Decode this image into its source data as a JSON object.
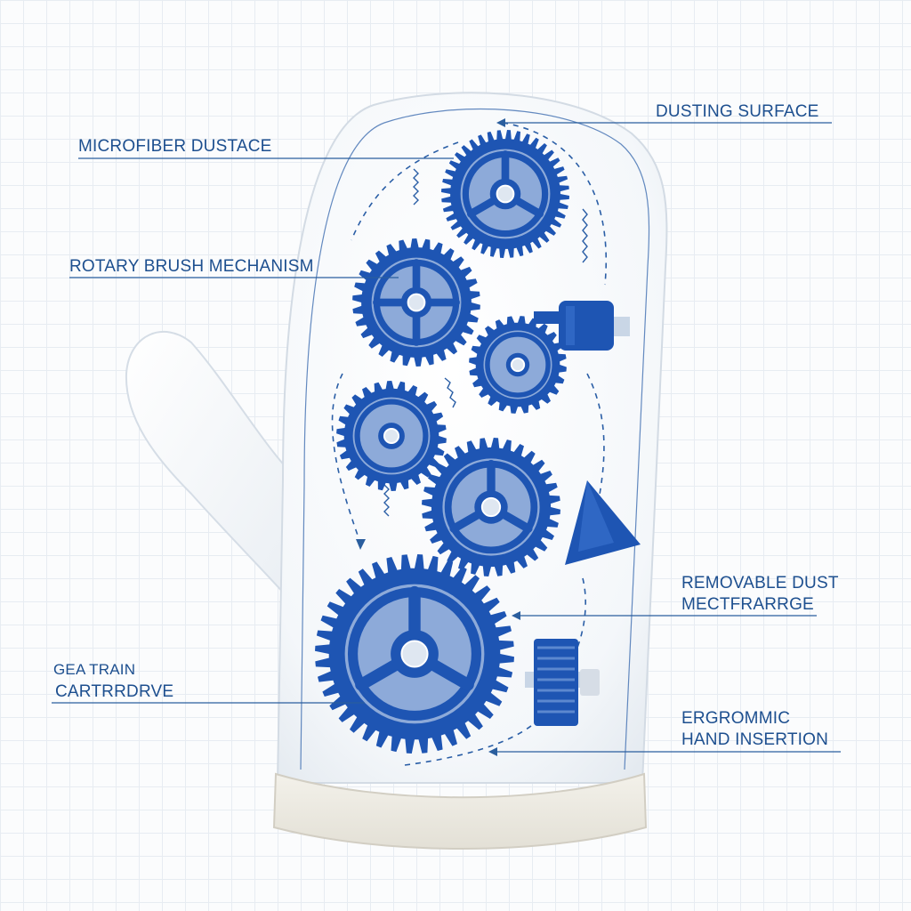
{
  "colors": {
    "accent": "#1e55b3",
    "label_text": "#1d4f8f",
    "leader_line": "#2a5e9e",
    "mitt": "#ffffff",
    "grid": "#e7ecf2"
  },
  "labels": {
    "dusting_surface": "DUSTING SURFACE",
    "microfiber": "MICROFIBER DUSTACE",
    "rotary_brush": "ROTARY BRUSH MECHANISM",
    "removable_line1": "REMOVABLE DUST",
    "removable_line2": "MECTFRARRGE",
    "gear_line1": "GEA TRAIN",
    "gear_line2": "CARTRRDRVE",
    "ergo_line1": "ERGROMMIC",
    "ergo_line2": "HAND INSERTION"
  }
}
